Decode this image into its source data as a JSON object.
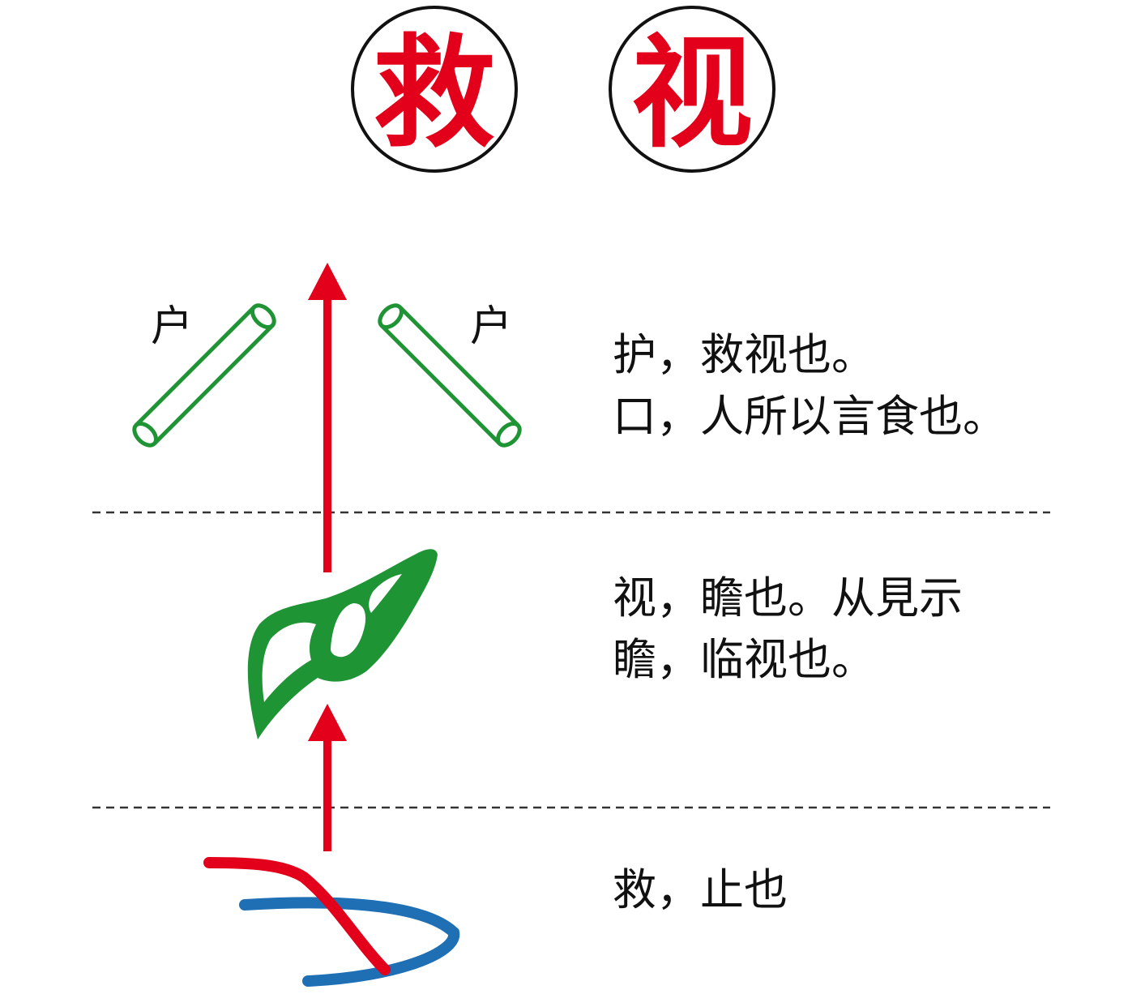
{
  "title_chars": [
    "救",
    "视"
  ],
  "colors": {
    "title_text": "#e2001a",
    "circle_stroke": "#111111",
    "green_glyph": "#1e9434",
    "arrow": "#e2001a",
    "stroke_red": "#e2001a",
    "stroke_blue": "#1f6fb5",
    "divider": "#333333",
    "text": "#111111"
  },
  "door_labels": [
    "户",
    "户"
  ],
  "notes": {
    "top": [
      "护，救视也。",
      "口，人所以言食也。"
    ],
    "middle": [
      "视，瞻也。从見示",
      "瞻，临视也。"
    ],
    "bottom": [
      "救，止也"
    ]
  }
}
